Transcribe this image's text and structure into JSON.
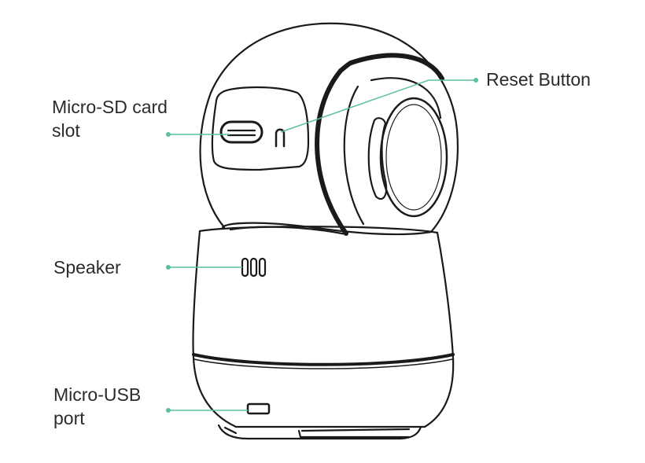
{
  "diagram": {
    "labels": {
      "reset_button": "Reset Button",
      "sd_slot": {
        "line1": "Micro-SD card",
        "line2": "slot"
      },
      "speaker": "Speaker",
      "usb_port": {
        "line1": "Micro-USB",
        "line2": "port"
      }
    },
    "colors": {
      "outline": "#1a1a1a",
      "leader": "#5bbf9f",
      "text": "#2b2b2b",
      "background": "#ffffff"
    }
  }
}
